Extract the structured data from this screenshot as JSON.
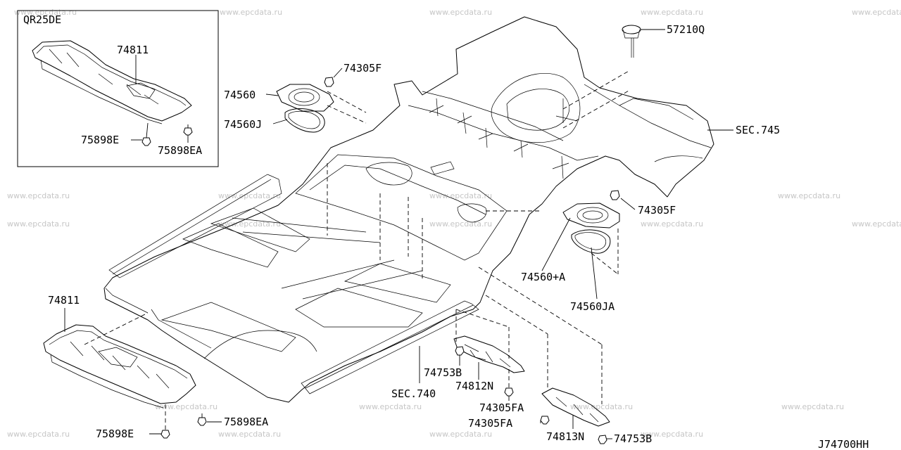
{
  "watermark": "www.epcdata.ru",
  "diagram_code": "J74700HH",
  "inset": {
    "title": "QR25DE"
  },
  "labels": {
    "p74811_inset": "74811",
    "p75898e_inset": "75898E",
    "p75898ea_inset": "75898EA",
    "p74305f_top": "74305F",
    "p74560": "74560",
    "p74560j": "74560J",
    "p57210q": "57210Q",
    "sec745": "SEC.745",
    "p74305f_right": "74305F",
    "p74560a": "74560+A",
    "p74560ja": "74560JA",
    "p74811_main": "74811",
    "p75898ea_main": "75898EA",
    "p75898e_main": "75898E",
    "sec740": "SEC.740",
    "p74753b_1": "74753B",
    "p74812n": "74812N",
    "p74305fa_1": "74305FA",
    "p74305fa_2": "74305FA",
    "p74813n": "74813N",
    "p74753b_2": "74753B"
  }
}
